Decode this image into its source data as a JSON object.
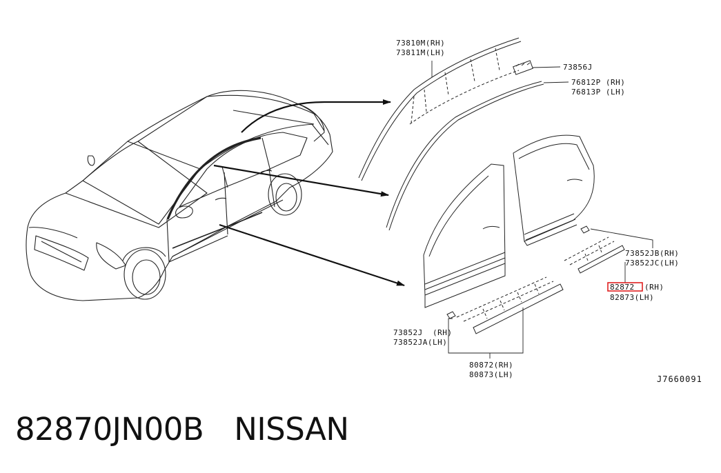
{
  "labels": {
    "moulding_roof_rh": "73810M(RH)",
    "moulding_roof_lh": "73811M(LH)",
    "clip_roof": "73856J",
    "drip_rh": "76812P (RH)",
    "drip_lh": "76813P (LH)",
    "clip_rear_rh": "73852JB(RH)",
    "clip_rear_lh": "73852JC(LH)",
    "rear_moulding_rh": "82872",
    "rear_moulding_rh_suffix": "(RH)",
    "rear_moulding_lh": "82873(LH)",
    "clip_front_rh": "73852J  (RH)",
    "clip_front_lh": "73852JA(LH)",
    "front_moulding_rh": "80872(RH)",
    "front_moulding_lh": "80873(LH)",
    "diagram_ref": "J7660091"
  },
  "highlight_color": "#e02020",
  "caption": {
    "part_number": "82870JN00B",
    "brand": "NISSAN"
  }
}
